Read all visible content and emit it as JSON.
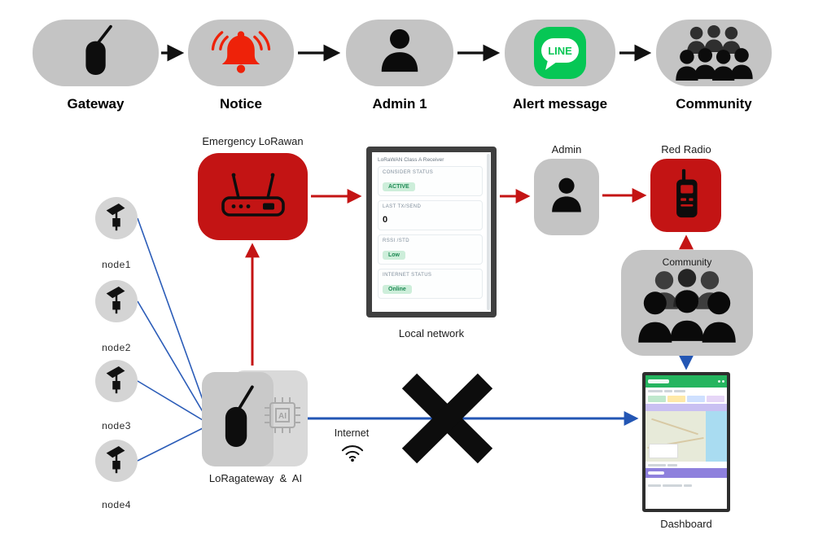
{
  "top_flow": {
    "items": [
      {
        "label": "Gateway",
        "icon": "lora-device-icon"
      },
      {
        "label": "Notice",
        "icon": "alarm-bell-icon"
      },
      {
        "label": "Admin 1",
        "icon": "person-icon"
      },
      {
        "label": "Alert message",
        "icon": "line-logo"
      },
      {
        "label": "Community",
        "icon": "people-group-icon"
      }
    ]
  },
  "line_logo_text": "LINE",
  "diagram": {
    "nodes": [
      {
        "label": "node1"
      },
      {
        "label": "node2"
      },
      {
        "label": "node3"
      },
      {
        "label": "node4"
      }
    ],
    "emergency_gateway_label": "Emergency LoRawan",
    "local_network": {
      "caption": "Local network",
      "screen_title": "LoRaWAN Class A Receiver",
      "fields": [
        {
          "label": "CONSIDER STATUS",
          "value": "ACTIVE"
        },
        {
          "label": "LAST TX/SEND",
          "value": "0"
        },
        {
          "label": "RSSI /STD",
          "value": "Low"
        },
        {
          "label": "INTERNET STATUS",
          "value": "Online"
        }
      ]
    },
    "admin_label": "Admin",
    "red_radio_label": "Red Radio",
    "community_label": "Community",
    "dashboard_label": "Dashboard",
    "gateway_label": "LoRagateway  &  AI",
    "internet_label": "Internet",
    "ai_chip_text": "AI"
  },
  "colors": {
    "box_gray": "#c4c4c4",
    "emergency_red": "#c31414",
    "arrow_red": "#c41414",
    "arrow_blue": "#2356b4",
    "line_green": "#06c755",
    "badge_green_bg": "#cdeeda",
    "badge_green_text": "#1e8a54"
  }
}
